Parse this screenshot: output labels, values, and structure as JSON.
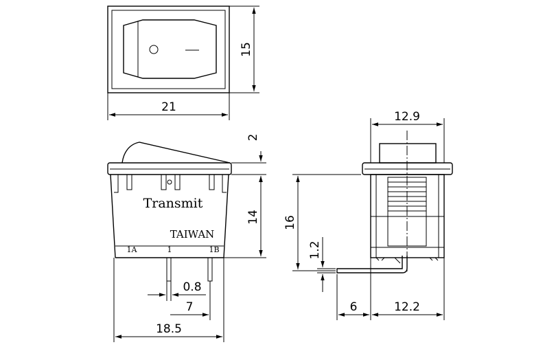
{
  "switch": {
    "brand": "Transmit",
    "origin": "TAIWAN",
    "terminals": [
      "1A",
      "1",
      "1B"
    ],
    "symbol_off": "O",
    "symbol_on": "|"
  },
  "dimensions": {
    "top_height": "15",
    "top_width": "21",
    "actuator_height": "2",
    "body_height": "14",
    "pin_width": "0.8",
    "pin_pitch": "7",
    "body_width": "18.5",
    "side_width": "12.9",
    "side_height": "16",
    "pin_thickness": "1.2",
    "pin_bend": "6",
    "pin_length": "12.2"
  }
}
